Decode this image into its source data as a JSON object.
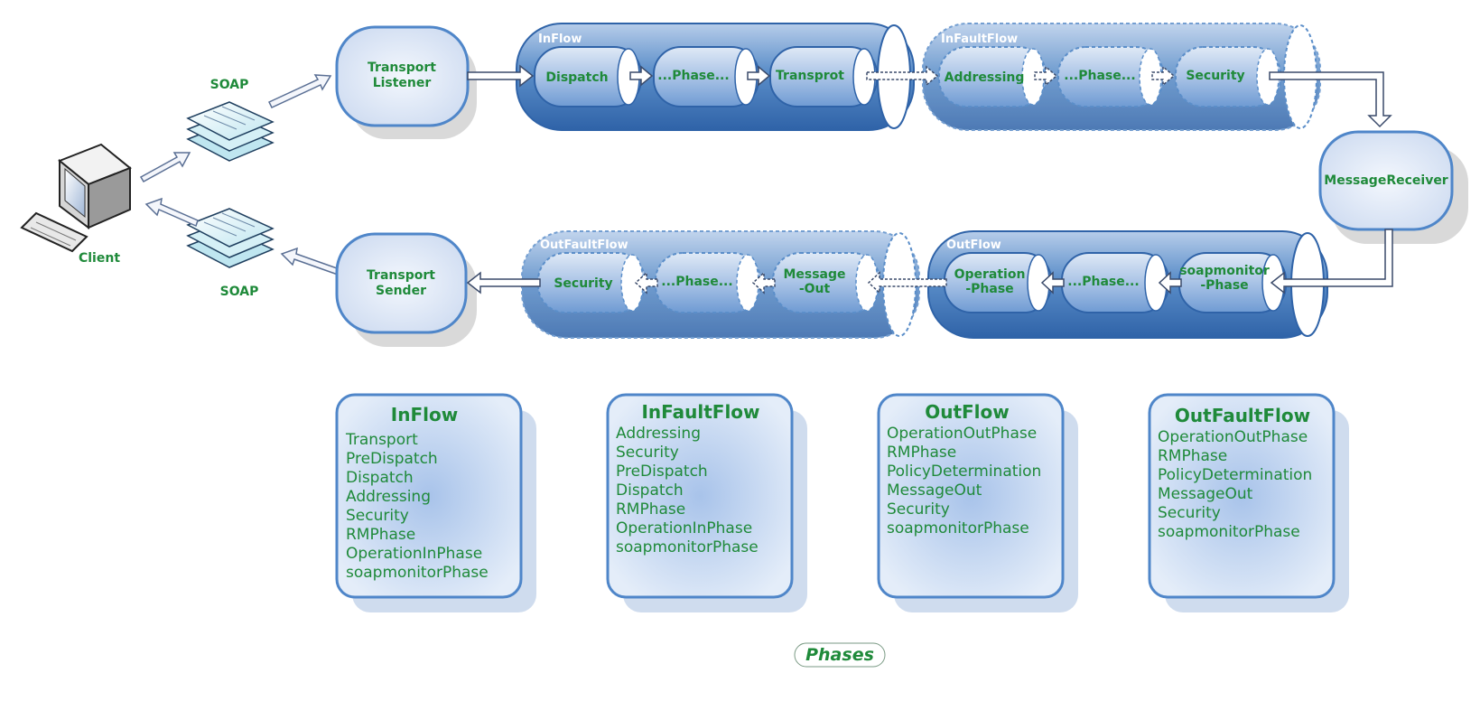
{
  "client": {
    "label": "Client"
  },
  "soap": {
    "top_label": "SOAP",
    "bottom_label": "SOAP"
  },
  "transport_listener": {
    "line1": "Transport",
    "line2": "Listener"
  },
  "transport_sender": {
    "line1": "Transport",
    "line2": "Sender"
  },
  "message_receiver": {
    "label": "MessageReceiver"
  },
  "pipes": {
    "inflow": {
      "title": "InFlow",
      "phases": [
        "Dispatch",
        "...Phase...",
        "Transprot"
      ]
    },
    "infaultflow": {
      "title": "InFaultFlow",
      "phases": [
        "Addressing",
        "...Phase...",
        "Security"
      ]
    },
    "outflow": {
      "title": "OutFlow",
      "phases": [
        [
          "Operation",
          "-Phase"
        ],
        [
          "...Phase..."
        ],
        [
          "soapmonitor",
          "-Phase"
        ]
      ]
    },
    "outfaultflow": {
      "title": "OutFaultFlow",
      "phases": [
        [
          "Message",
          "-Out"
        ],
        [
          "...Phase..."
        ],
        [
          "Security"
        ]
      ]
    }
  },
  "phase_lists": [
    {
      "title": "InFlow",
      "items": [
        "Transport",
        "PreDispatch",
        "Dispatch",
        "Addressing",
        "Security",
        "RMPhase",
        "OperationInPhase",
        "soapmonitorPhase"
      ]
    },
    {
      "title": "InFaultFlow",
      "items": [
        "Addressing",
        "Security",
        "PreDispatch",
        "Dispatch",
        "RMPhase",
        "OperationInPhase",
        "soapmonitorPhase"
      ]
    },
    {
      "title": "OutFlow",
      "items": [
        "OperationOutPhase",
        "RMPhase",
        "PolicyDetermination",
        "MessageOut",
        "Security",
        "soapmonitorPhase"
      ]
    },
    {
      "title": "OutFaultFlow",
      "items": [
        "OperationOutPhase",
        "RMPhase",
        "PolicyDetermination",
        "MessageOut",
        "Security",
        "soapmonitorPhase"
      ]
    }
  ],
  "footer": {
    "label": "Phases"
  }
}
